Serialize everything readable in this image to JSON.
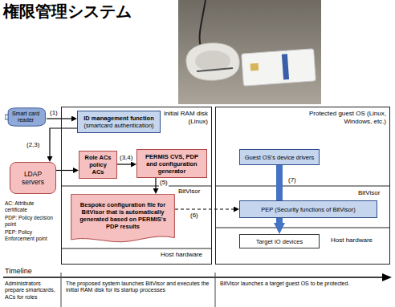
{
  "diagram": {
    "title": "権限管理システム",
    "nodes": [
      {
        "text": [
          "Smart card reader"
        ]
      },
      {
        "text": [
          "Initial RAM disk (Linux)"
        ]
      },
      {
        "text": [
          "ID management function",
          "(smartcard authentication)"
        ],
        "in": 1
      },
      {
        "text": [
          "LDAP servers"
        ]
      },
      {
        "text": [
          "Role ACs policy ACs"
        ],
        "in": 1
      },
      {
        "text": [
          "PERMIS CVS, PDP and configuration generator"
        ],
        "in": 1
      },
      {
        "text": [
          "Bespoke configuration file for BitVisor that is automatically generated based on PERMIS's PDP results"
        ],
        "in": 1
      },
      {
        "text": [
          "Protected guest OS (Linux, Windows, etc.)"
        ]
      },
      {
        "text": [
          "Guest OS's device drivers"
        ],
        "in": 7
      },
      {
        "text": [
          "PEP (Security functions of BitVisor)"
        ],
        "in": 7
      },
      {
        "text": [
          "Target IO devices"
        ],
        "in": 7
      }
    ],
    "edges": [
      {
        "from": 0,
        "to": 2,
        "arrow": "to",
        "label": "(1)"
      },
      {
        "from": 2,
        "to": 3,
        "arrow": "to",
        "label": "(2,3)"
      },
      {
        "from": 3,
        "to": 4,
        "arrow": "to"
      },
      {
        "from": 4,
        "to": 5,
        "arrow": "to",
        "label": "(3,4)"
      },
      {
        "from": 5,
        "to": 6,
        "arrow": "to",
        "label": "(5)"
      },
      {
        "from": 6,
        "to": 9,
        "arrow": "to",
        "label": "(6)"
      },
      {
        "from": 8,
        "to": 9,
        "arrow": "none",
        "label": "(7)"
      },
      {
        "from": 9,
        "to": 10,
        "arrow": "to"
      }
    ],
    "labels": [
      "BitVisor",
      "Host hardware",
      "BitVisor",
      "Host hardware",
      "AC: Attribute certificate",
      "PDP: Policy decision point",
      "PEP: Policy Enforcement point",
      "Timeline",
      "Administrators prepare smartcards, ACs for roles",
      "The proposed system launches BitVisor and executes the initial RAM disk for its startup processes",
      "BitVisor launches a target guest OS to be protected."
    ]
  }
}
